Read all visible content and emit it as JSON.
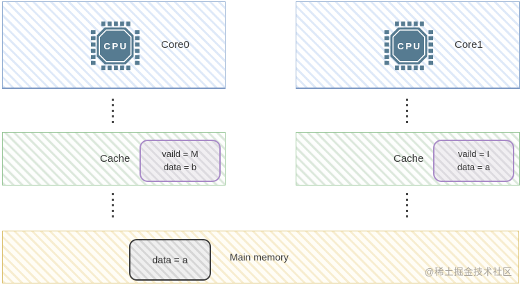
{
  "diagram": {
    "cpu_chip_text": "CPU",
    "cores": [
      {
        "label": "Core0"
      },
      {
        "label": "Core1"
      }
    ],
    "caches": [
      {
        "label": "Cache",
        "state_line1": "vaild = M",
        "state_line2": "data = b"
      },
      {
        "label": "Cache",
        "state_line1": "vaild = I",
        "state_line2": "data = a"
      }
    ],
    "memory": {
      "label": "Main memory",
      "cell_text": "data = a"
    },
    "watermark": "@稀土掘金技术社区"
  },
  "colors": {
    "core_border": "#93aed2",
    "core_hatch": "#aac5ec",
    "cache_border": "#9bc89b",
    "cache_state_border": "#a98bc8",
    "memory_border": "#dcc272",
    "memory_cell_border": "#3d3d3d",
    "cpu_chip": "#567b91",
    "connector_dot": "#4b4b4b",
    "text": "#3a3a3a",
    "watermark_text": "#a9a49b"
  }
}
